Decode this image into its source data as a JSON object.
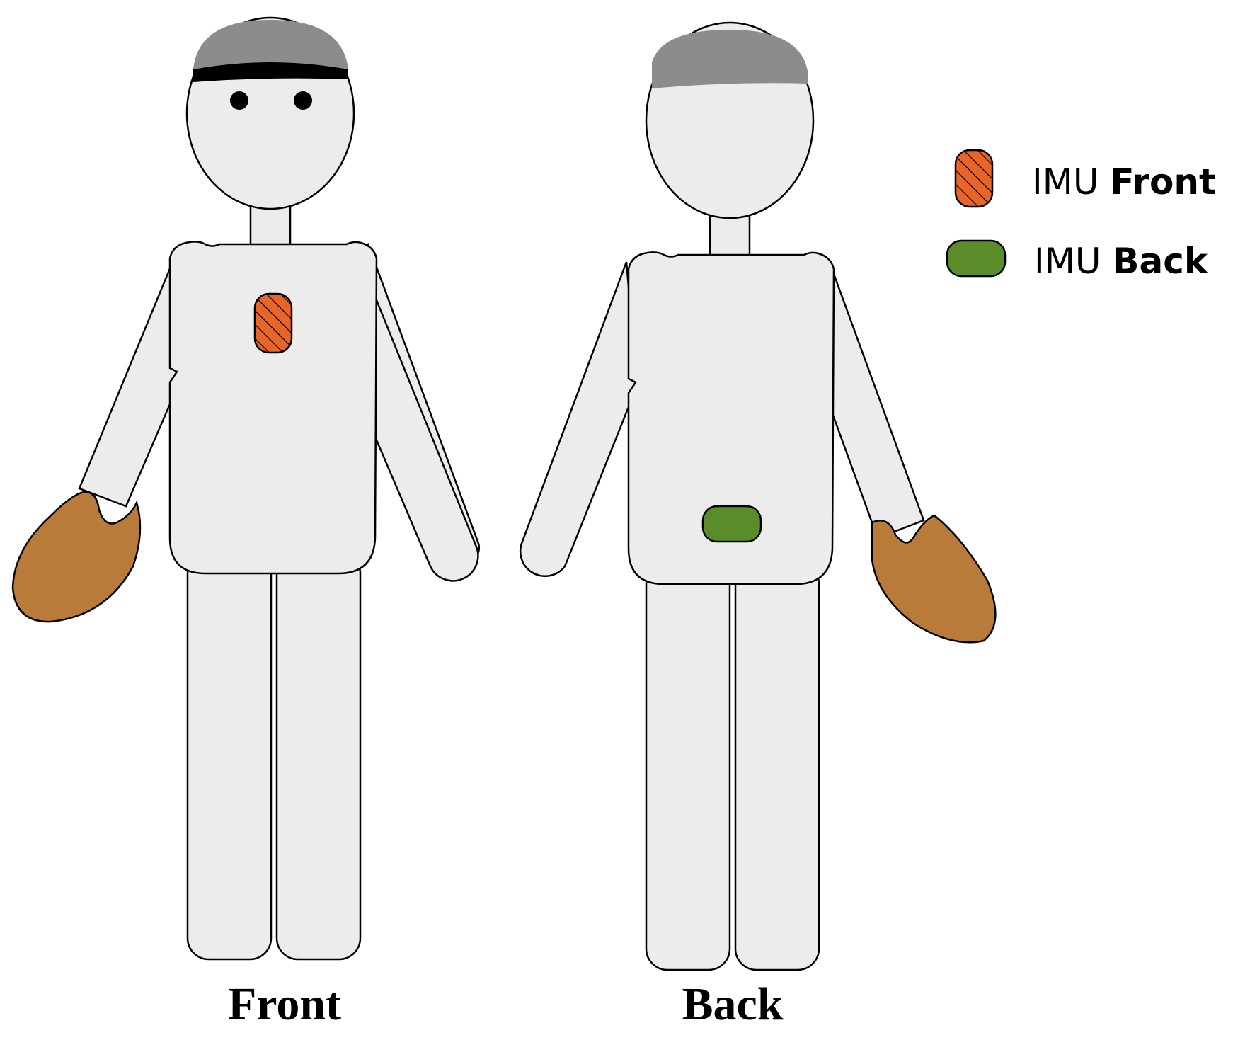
{
  "labels": {
    "front_caption": "Front",
    "back_caption": "Back"
  },
  "legend": {
    "front": {
      "prefix": "IMU",
      "bold": "Front",
      "color": "#e8652a"
    },
    "back": {
      "prefix": "IMU",
      "bold": "Back",
      "color": "#5b8c2a"
    }
  },
  "colors": {
    "body": "#ececec",
    "cap": "#8c8c8c",
    "cap_brim": "#000000",
    "glove": "#b87b3a"
  }
}
